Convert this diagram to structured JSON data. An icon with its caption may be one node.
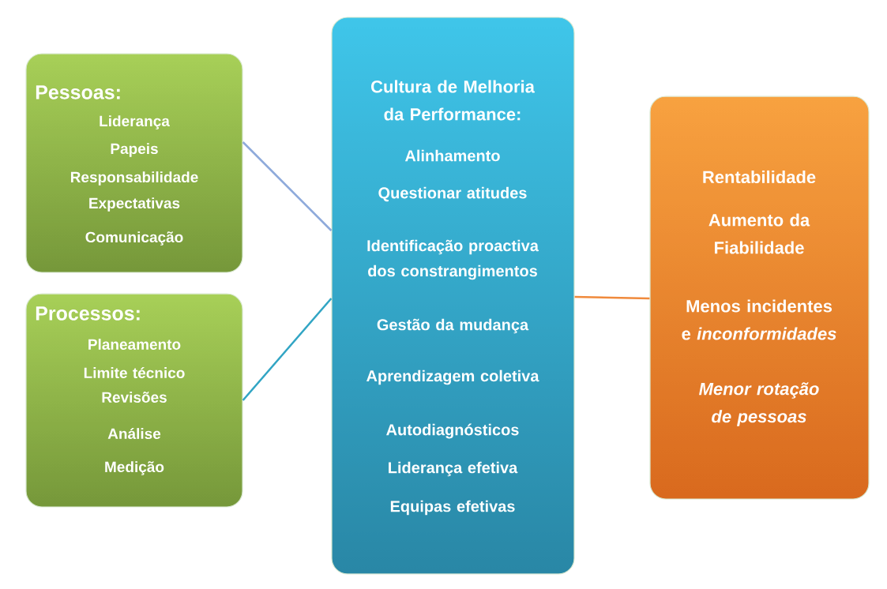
{
  "diagram": {
    "nodes": [
      {
        "text": [
          "Pessoas:",
          "Liderança",
          "Papeis",
          "Responsabilidade",
          "Expectativas",
          "Comunicação"
        ]
      },
      {
        "text": [
          "Processos:",
          "Planeamento",
          "Limite técnico",
          "Revisões",
          "Análise",
          "Medição"
        ]
      },
      {
        "text": [
          "Cultura de Melhoria da Performance:",
          "Alinhamento",
          "Questionar atitudes",
          "Identificação proactiva dos constrangimentos",
          "Gestão da mudança",
          "Aprendizagem coletiva",
          "Autodiagnósticos",
          "Liderança efetiva",
          "Equipas efetivas"
        ]
      },
      {
        "text": [
          "Rentabilidade",
          "Aumento da Fiabilidade",
          "Menos incidentes e *inconformidades*",
          "*Menor rotação de pessoas*"
        ]
      }
    ],
    "edges": [
      {
        "from": 0,
        "to": 2,
        "arrow": "none",
        "color": "#8eaadb"
      },
      {
        "from": 1,
        "to": 2,
        "arrow": "none",
        "color": "#31a5c4"
      },
      {
        "from": 2,
        "to": 3,
        "arrow": "none",
        "color": "#f08a3c"
      }
    ]
  }
}
